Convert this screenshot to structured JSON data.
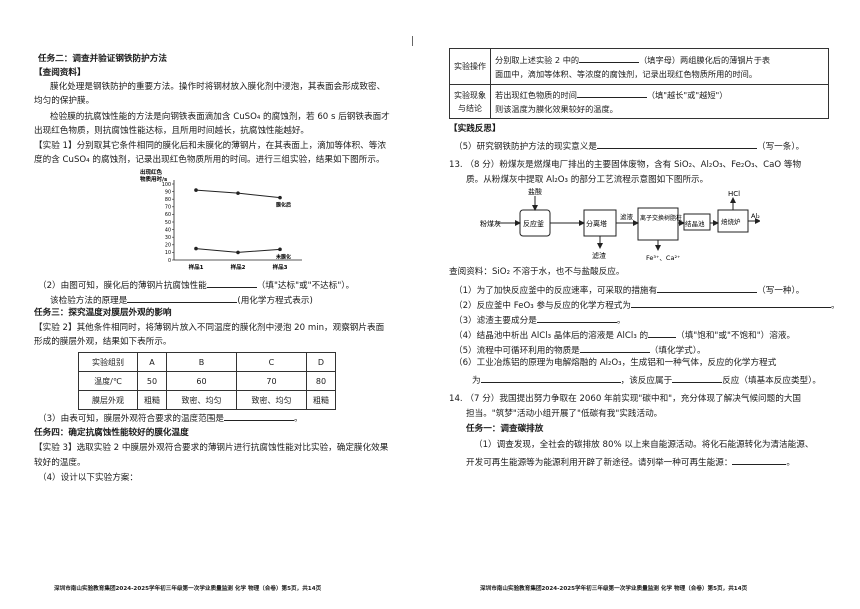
{
  "left": {
    "task2_title": "任务二：调查并验证钢铁防护方法",
    "consult_label": "【查阅资料】",
    "p1a": "膜化处理是钢铁防护的重要方法。操作时将钢材放入膜化剂中浸泡，其表面会形成致密、",
    "p1b": "均匀的保护膜。",
    "p2a": "检验膜的抗腐蚀性能的方法是向钢铁表面滴加含 CuSO₄ 的腐蚀剂，若 60 s 后钢铁表面才",
    "p2b": "出现红色物质，则抗腐蚀性能达标，且所用时间越长，抗腐蚀性能越好。",
    "exp1a": "【实验 1】分别取其它条件相同的膜化后和未膜化的薄钢片，在其表面上，滴加等体积、等浓",
    "exp1b": "度的含 CuSO₄ 的腐蚀剂，记录出现红色物质所用的时间。进行三组实验，结果如下图所示。",
    "chart_ylabel_a": "出现红色",
    "chart_ylabel_b": "物质用时/s",
    "chart_series_labels": [
      "膜化后",
      "未膜化"
    ],
    "q2a_pre": "（2）由图可知，膜化后的薄钢片抗腐蚀性能",
    "q2a_post": "（填\"达标\"或\"不达标\"）。",
    "q2b_pre": "该检验方法的原理是",
    "q2b_post": "(用化学方程式表示)",
    "task3_title": "任务三：探究温度对膜层外观的影响",
    "exp2a": "【实验 2】其他条件相同时，将薄钢片放入不同温度的膜化剂中浸泡 20 min，观察钢片表面",
    "exp2b": "形成的膜层外观，结果如下表所示。",
    "table": {
      "headers": [
        "实验组别",
        "A",
        "B",
        "C",
        "D"
      ],
      "rows": [
        [
          "温度/℃",
          "50",
          "60",
          "70",
          "80"
        ],
        [
          "膜层外观",
          "粗糙",
          "致密、均匀",
          "致密、均匀",
          "粗糙"
        ]
      ]
    },
    "q3_pre": "（3）由表可知，膜层外观符合要求的温度范围是",
    "q3_post": "。",
    "task4_title": "任务四：确定抗腐蚀性能较好的膜化温度",
    "exp3a": "【实验 3】选取实验 2 中膜层外观符合要求的薄钢片进行抗腐蚀性能对比实验，确定膜化效果",
    "exp3b": "较好的温度。",
    "q4": "（4）设计以下实验方案：",
    "footer": "深圳市南山实验教育集团2024-2025学年初三年级第一次学业质量监测 化学 物理（合卷）第5页，共14页"
  },
  "chart_data": {
    "type": "line",
    "categories": [
      "样品1",
      "样品2",
      "样品3"
    ],
    "ylabel": "出现红色物质用时/s",
    "ylim": [
      0,
      100
    ],
    "yticks": [
      0,
      10,
      20,
      30,
      40,
      50,
      60,
      70,
      80,
      90,
      100
    ],
    "series": [
      {
        "name": "膜化后",
        "values": [
          92,
          88,
          82
        ]
      },
      {
        "name": "未膜化",
        "values": [
          15,
          10,
          14
        ]
      }
    ]
  },
  "right": {
    "t_row1_label": "实验操作",
    "t_row1_a_pre": "分别取上述实验 2 中的",
    "t_row1_a_post": "（填字母）两组膜化后的薄钢片于表",
    "t_row1_b": "面皿中，滴加等体积、等浓度的腐蚀剂，记录出现红色物质所用的时间。",
    "t_row2_label_a": "实验现象",
    "t_row2_label_b": "与结论",
    "t_row2_a_pre": "若出现红色物质的时间",
    "t_row2_a_post": "（填\"越长\"或\"越短\"）",
    "t_row2_b": "则该温度为膜化效果较好的温度。",
    "reflect_label": "【实践反思】",
    "q5_pre": "（5）研究钢铁防护方法的现实意义是",
    "q5_post": "（写一条）。",
    "q13a": "13. （8 分）粉煤灰是燃煤电厂排出的主要固体废物，含有 SiO₂、Al₂O₃、Fe₂O₃、CaO 等物",
    "q13b": "质。从粉煤灰中提取 Al₂O₃ 的部分工艺流程示意图如下图所示。",
    "flow": {
      "hydrochloric_acid": "盐酸",
      "fly_ash": "粉煤灰",
      "reactor": "反应釜",
      "separator": "分离塔",
      "filtrate": "滤液",
      "ion_exchange": "离子交换树脂柱",
      "crystal": "结晶池",
      "calciner": "焙烧炉",
      "hcl": "HCl",
      "product": "Al₂O₃",
      "residue": "滤渣",
      "ions": "Fe³⁺、Ca²⁺"
    },
    "consult": "查阅资料：SiO₂ 不溶于水，也不与盐酸反应。",
    "q1_pre": "（1）为了加快反应釜中的反应速率，可采取的措施有",
    "q1_post": "（写一种）。",
    "q2_pre": "（2）反应釜中 FeO₃ 参与反应的化学方程式为",
    "q2_post": "。",
    "q3_pre": "（3）滤渣主要成分是",
    "q3_post": "。",
    "q4_pre": "（4）结晶池中析出 AlCl₃ 晶体后的溶液是 AlCl₃ 的",
    "q4_post": "（填\"饱和\"或\"不饱和\"）溶液。",
    "q5b_pre": "（5）流程中可循环利用的物质是",
    "q5b_post": "（填化学式）。",
    "q6a": "（6）工业冶炼铝的原理为电解熔融的 Al₂O₃，生成铝和一种气体，反应的化学方程式",
    "q6b_pre": "为",
    "q6b_mid": "，该反应属于",
    "q6b_post": "反应（填基本反应类型）。",
    "q14a": "14. （7 分）我国提出努力争取在 2060 年前实现\"碳中和\"，充分体现了解决气候问题的大国",
    "q14b": "担当。\"筑梦\"活动小组开展了\"低碳有我\"实践活动。",
    "task1_title": "任务一：调查碳排放",
    "q14_1a": "（1）调查发现，全社会的碳排放 80% 以上来自能源活动。将化石能源转化为清洁能源、",
    "q14_1b_pre": "开发可再生能源等为能源利用开辟了新途径。请列举一种可再生能源：",
    "q14_1b_post": "。",
    "footer": "深圳市南山实验教育集团2024-2025学年初三年级第一次学业质量监测 化学 物理（合卷）第5页，共14页"
  }
}
